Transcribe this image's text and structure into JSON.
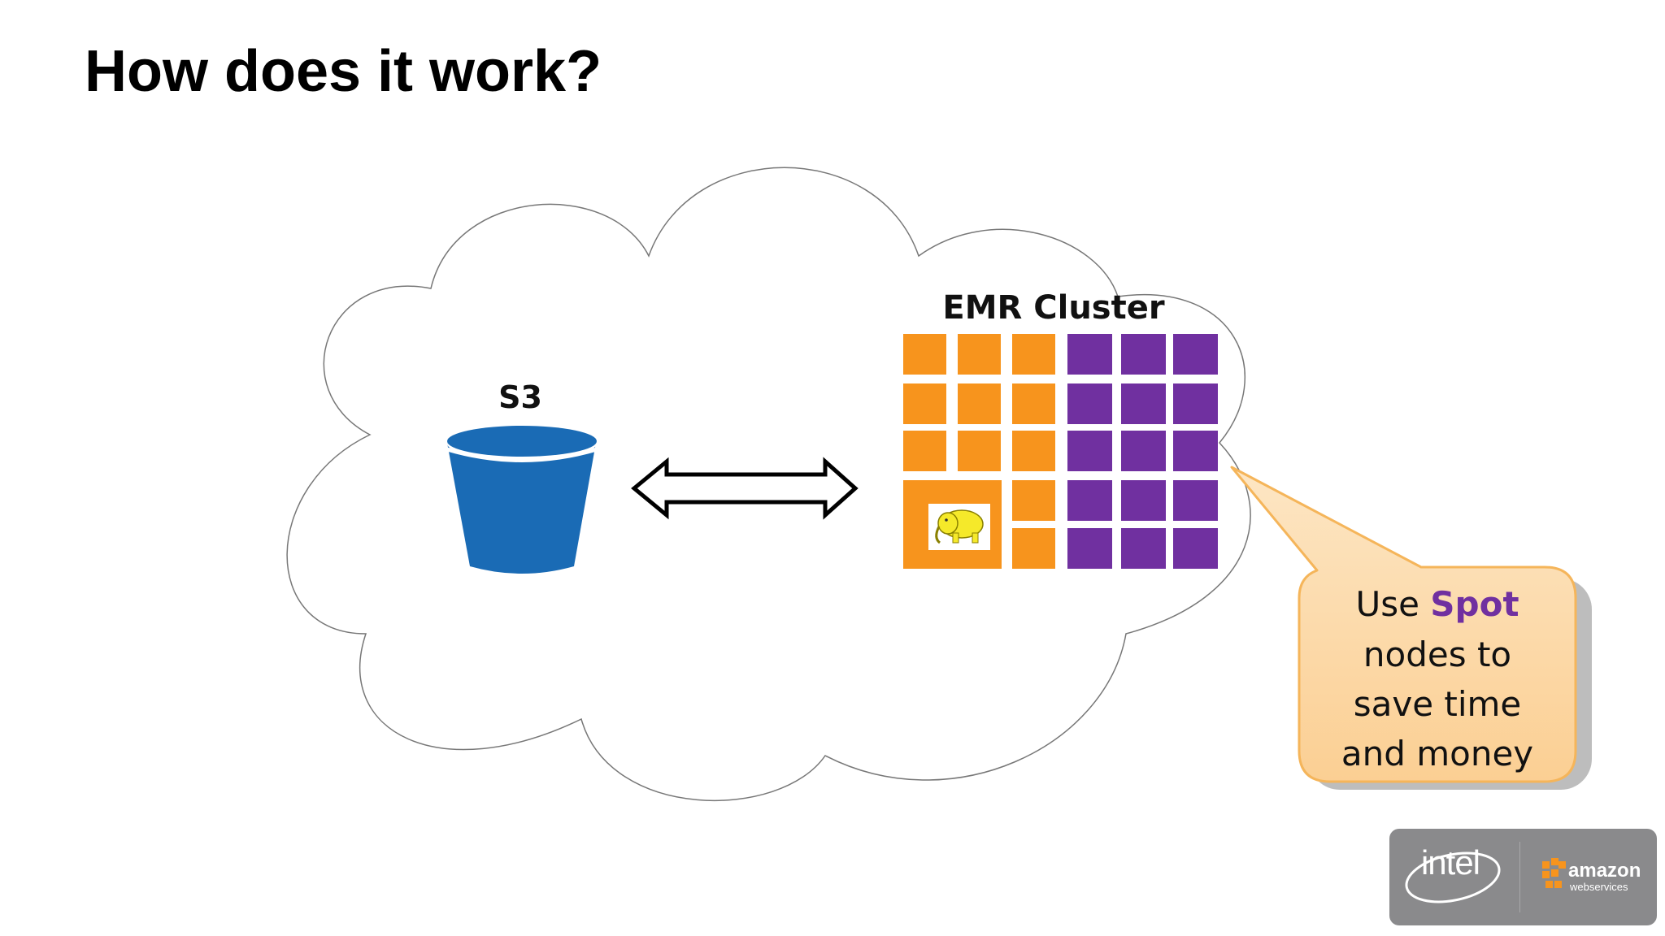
{
  "slide": {
    "title": "How does it work?"
  },
  "s3": {
    "label": "S3",
    "bucket_color": "#1a6bb5"
  },
  "cluster": {
    "label": "EMR Cluster",
    "colors": {
      "orange": "#f7941d",
      "purple": "#7030a0"
    },
    "icon": "hadoop-elephant-icon"
  },
  "arrow": {
    "icon": "double-arrow-icon"
  },
  "callout": {
    "line1_prefix": "Use ",
    "highlight": "Spot",
    "line2": "nodes to",
    "line3": "save time",
    "line4": "and money",
    "highlight_color": "#7030a0",
    "fill_color": "#fdd9a8",
    "border_color": "#f5b55a"
  },
  "logos": {
    "intel": "intel",
    "amazon": "amazon",
    "web_services": "webservices"
  }
}
